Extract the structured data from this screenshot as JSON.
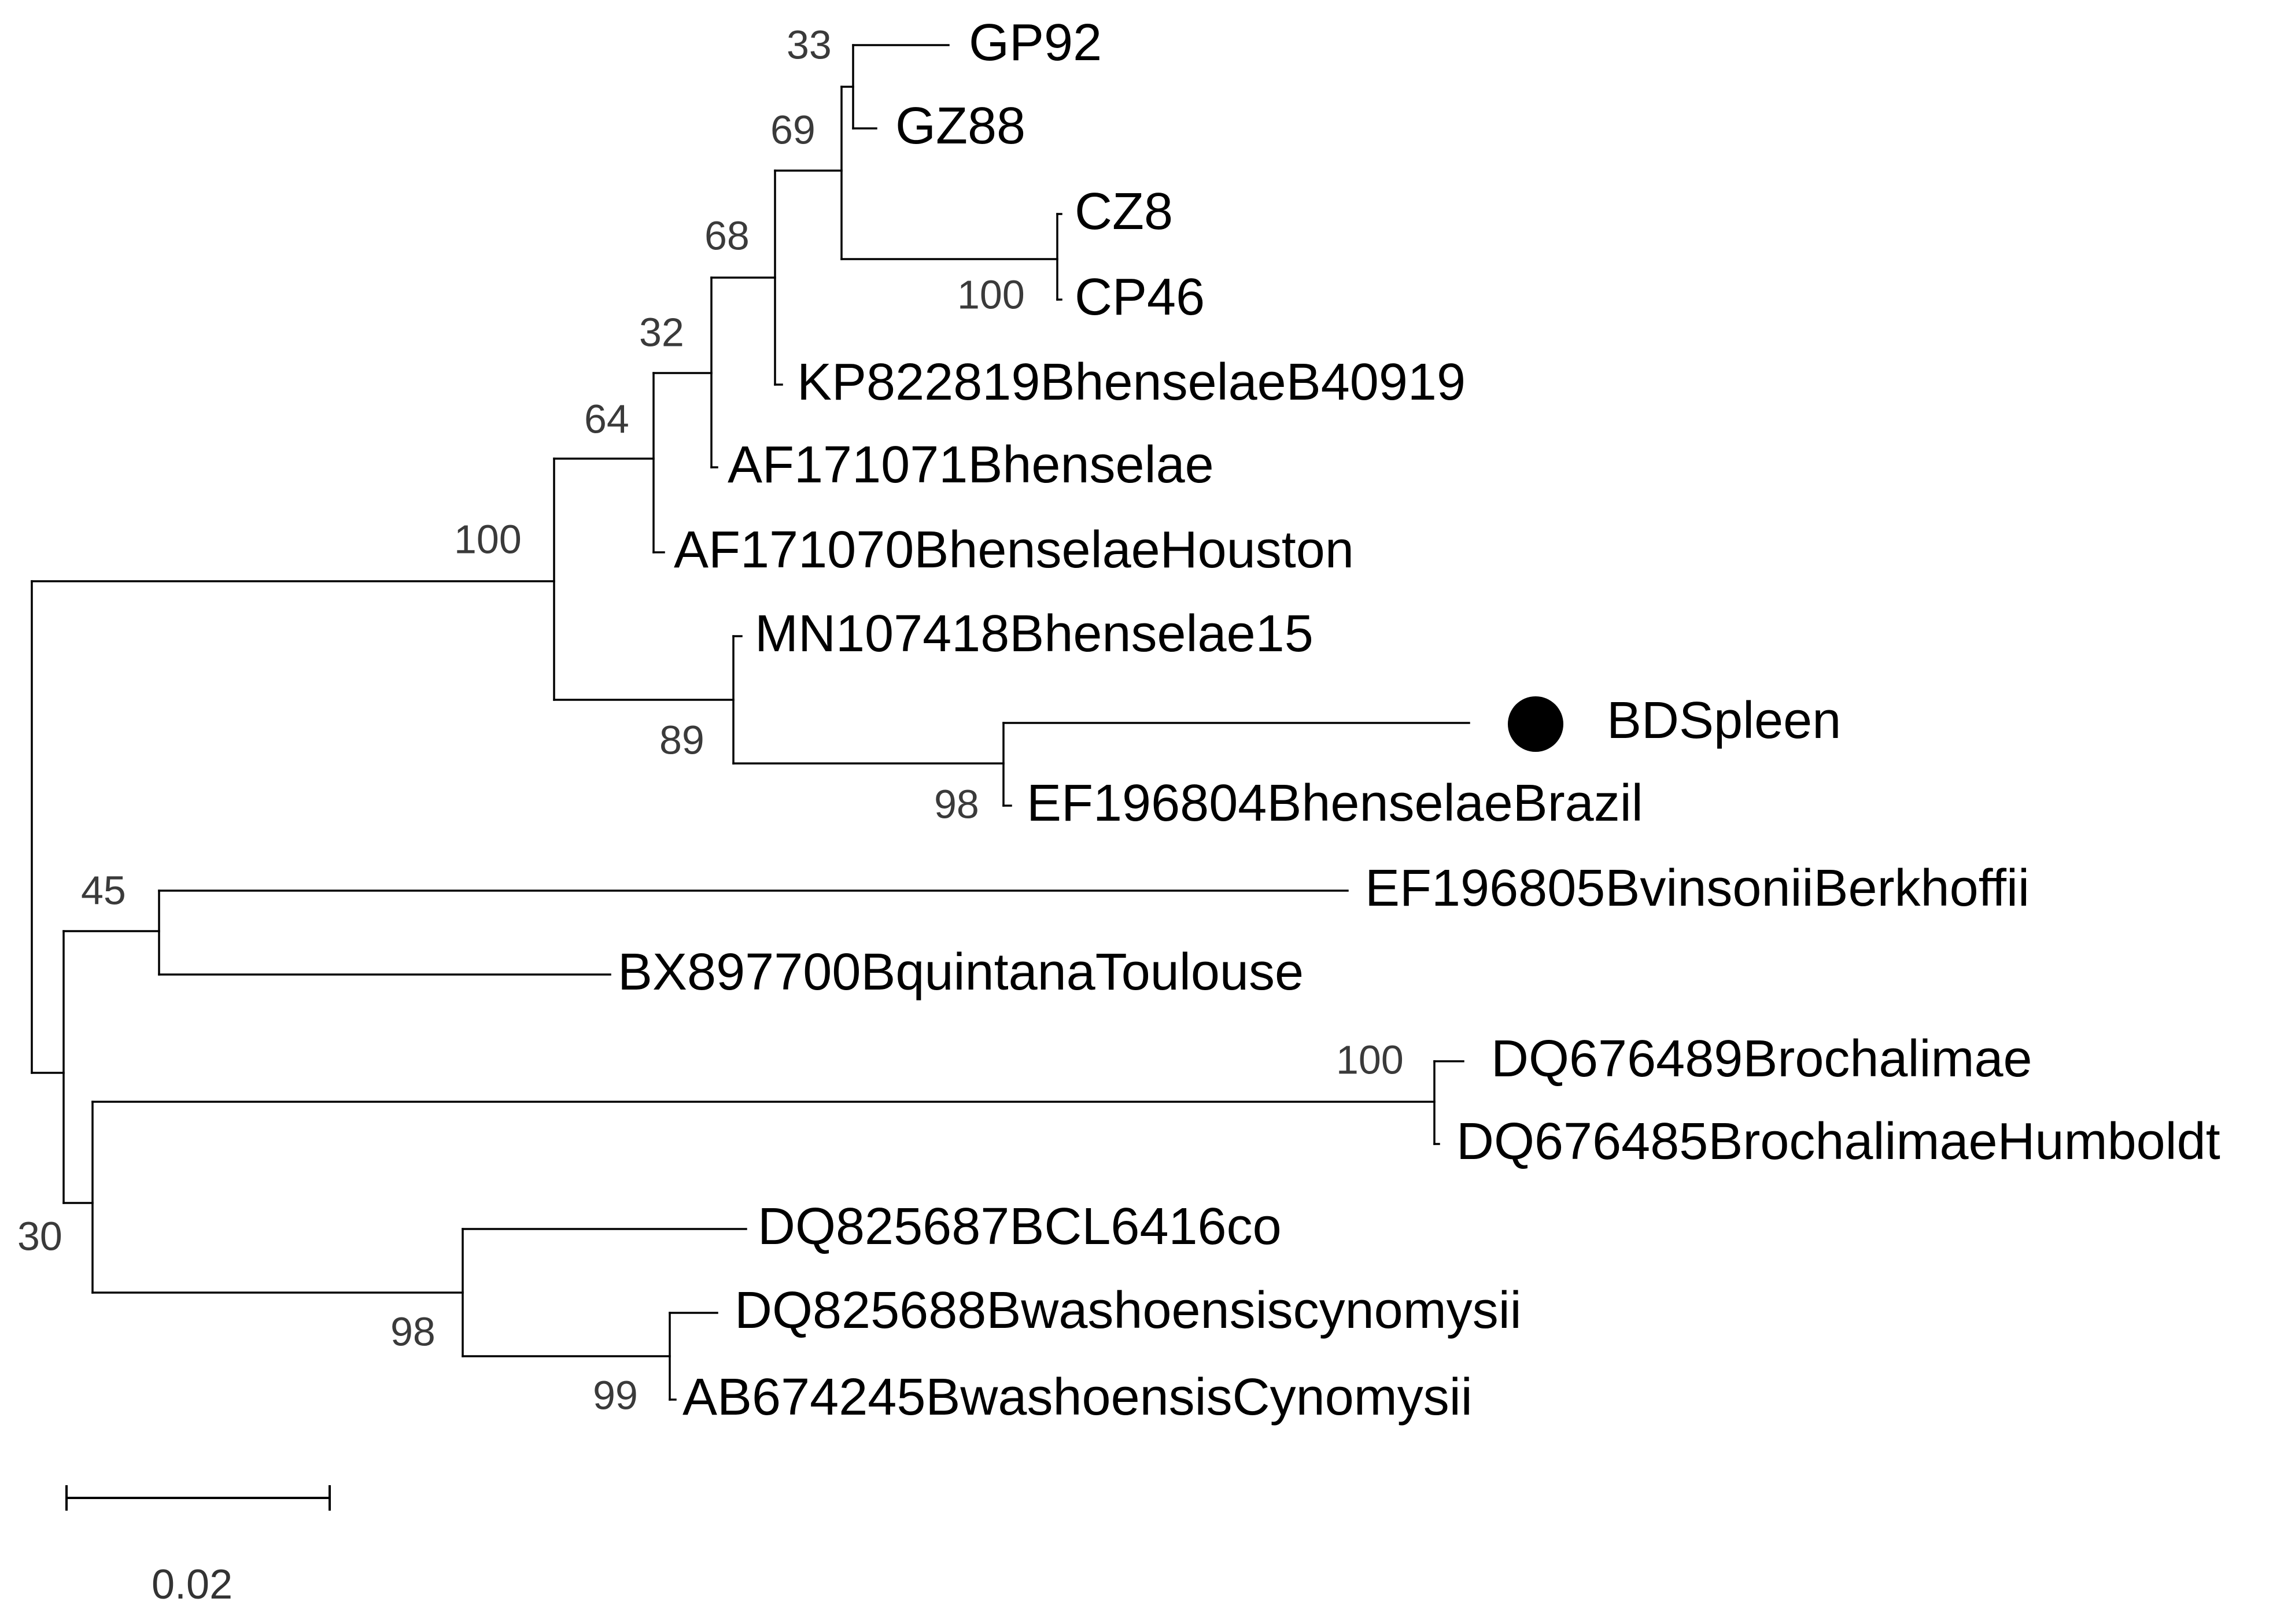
{
  "taxa": [
    {
      "id": "GP92",
      "label": "GP92"
    },
    {
      "id": "GZ88",
      "label": "GZ88"
    },
    {
      "id": "CZ8",
      "label": "CZ8"
    },
    {
      "id": "CP46",
      "label": "CP46"
    },
    {
      "id": "KP822819",
      "label": "KP822819BhenselaeB40919"
    },
    {
      "id": "AF171071",
      "label": "AF171071Bhenselae"
    },
    {
      "id": "AF171070",
      "label": "AF171070BhenselaeHouston"
    },
    {
      "id": "MN107418",
      "label": "MN107418Bhenselae15"
    },
    {
      "id": "BDSpleen",
      "label": "BDSpleen",
      "marker": "filled-circle"
    },
    {
      "id": "EF196804",
      "label": "EF196804BhenselaeBrazil"
    },
    {
      "id": "EF196805",
      "label": "EF196805BvinsoniiBerkhoffii"
    },
    {
      "id": "BX897700",
      "label": "BX897700BquintanaToulouse"
    },
    {
      "id": "DQ676489",
      "label": "DQ676489Brochalimae"
    },
    {
      "id": "DQ676485",
      "label": "DQ676485BrochalimaeHumboldt"
    },
    {
      "id": "DQ825687",
      "label": "DQ825687BCL6416co"
    },
    {
      "id": "DQ825688",
      "label": "DQ825688Bwashoensiscynomysii"
    },
    {
      "id": "AB674245",
      "label": "AB674245BwashoensisCynomysii"
    }
  ],
  "support_values": [
    "33",
    "69",
    "68",
    "100",
    "32",
    "64",
    "100",
    "89",
    "98",
    "45",
    "100",
    "30",
    "98",
    "99"
  ],
  "scale": {
    "label": "0.02",
    "length": 0.02
  },
  "colors": {
    "branch": "#000000",
    "text": "#000000",
    "support": "#3a3a3a",
    "marker": "#000000"
  }
}
